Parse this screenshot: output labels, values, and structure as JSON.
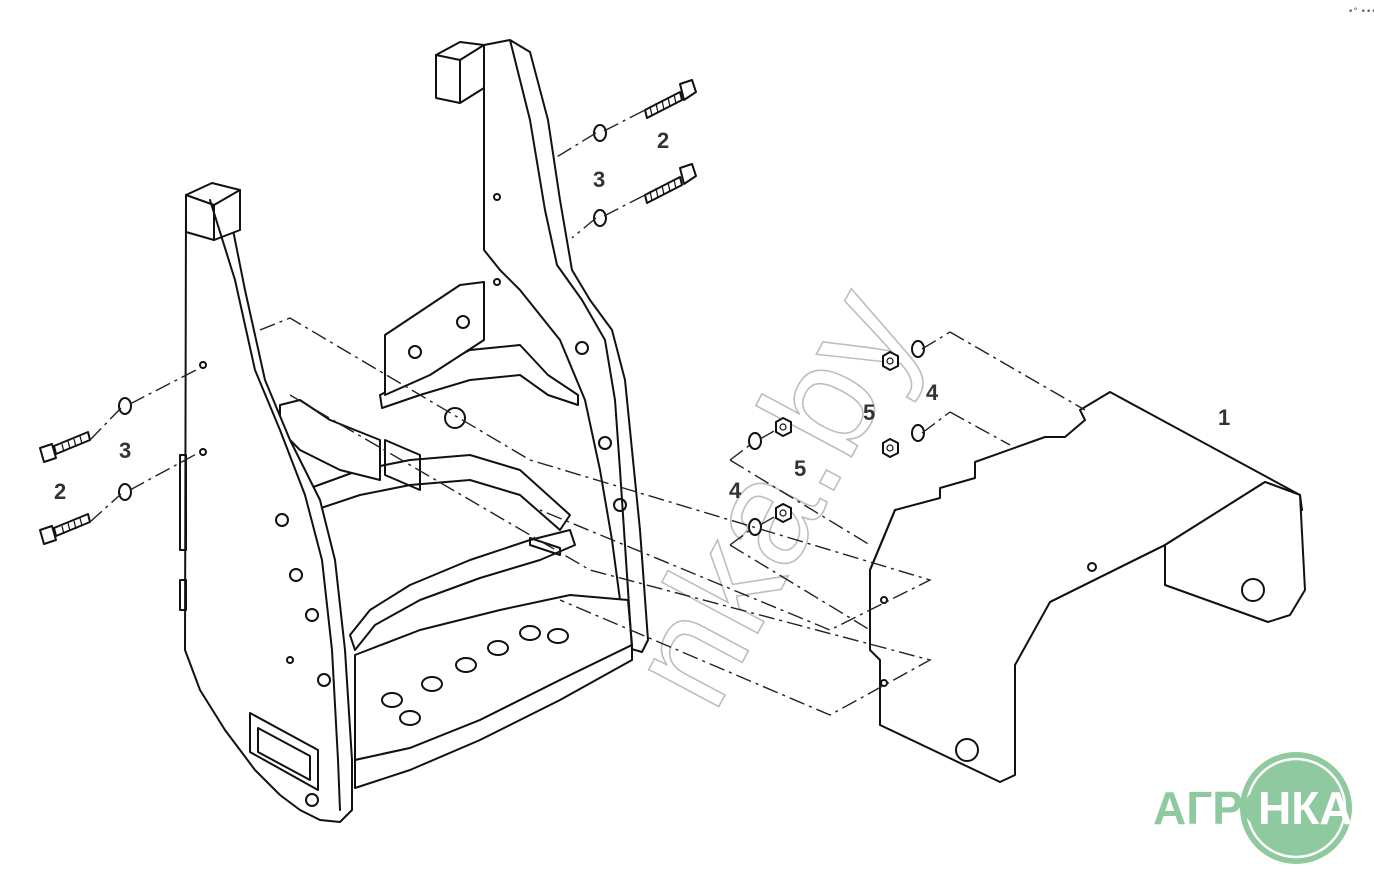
{
  "diagram": {
    "callouts": {
      "c1": "1",
      "c2_right": "2",
      "c3_right": "3",
      "c3_left": "3",
      "c2_left": "2",
      "c5_upper": "5",
      "c4_upper": "4",
      "c5_lower": "5",
      "c4_lower": "4"
    },
    "watermark": "nka.by",
    "corner_mark": "•° •••",
    "logo": {
      "left": "АГРО",
      "right": "НКА",
      "color": "#8fc9a0"
    }
  }
}
